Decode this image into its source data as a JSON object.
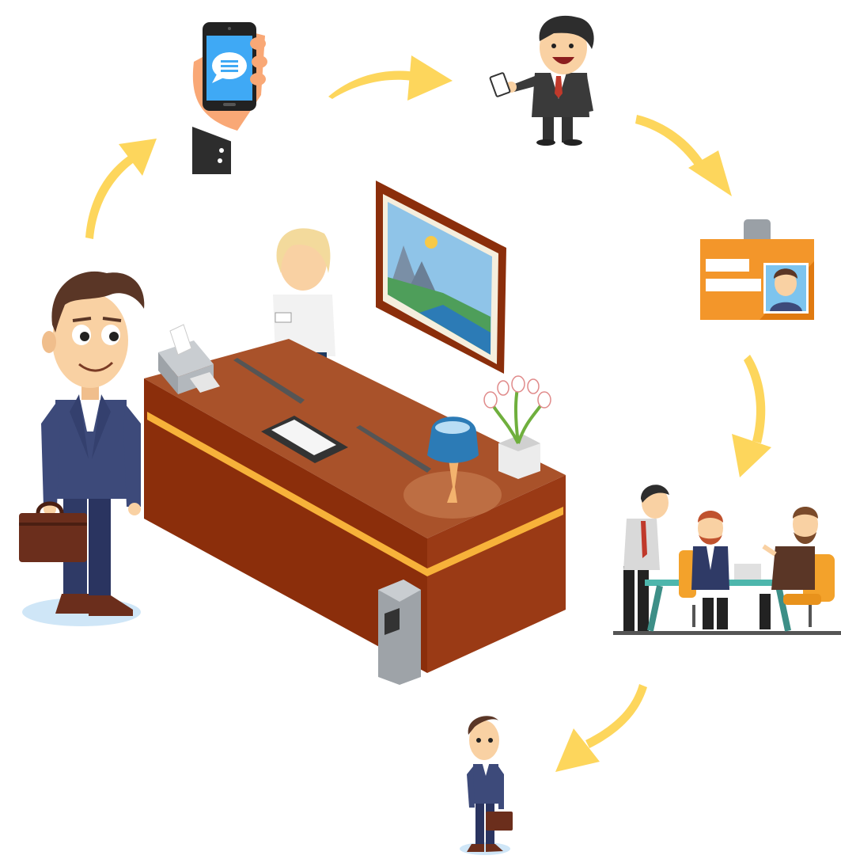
{
  "diagram": {
    "kind": "visitor-check-in-cycle",
    "steps": [
      {
        "id": "visitor",
        "icon": "visitor-with-briefcase-icon"
      },
      {
        "id": "phone",
        "icon": "phone-message-icon"
      },
      {
        "id": "host",
        "icon": "host-with-phone-icon"
      },
      {
        "id": "badge",
        "icon": "id-badge-icon"
      },
      {
        "id": "meeting",
        "icon": "meeting-table-icon"
      },
      {
        "id": "visitor-leaves",
        "icon": "small-visitor-icon"
      }
    ],
    "center": {
      "icon": "reception-desk-icon"
    },
    "colors": {
      "arrow": "#FDD65C",
      "suit": "#3D4A7A",
      "desk_top": "#A9522A",
      "desk_front": "#8B2E0B",
      "desk_stripe": "#F7B23A",
      "badge": "#F3962A",
      "phone_screen": "#3FA9F5",
      "skin": "#F9D1A3",
      "hair": "#5A3626",
      "shadow": "#CFE6F7"
    }
  }
}
